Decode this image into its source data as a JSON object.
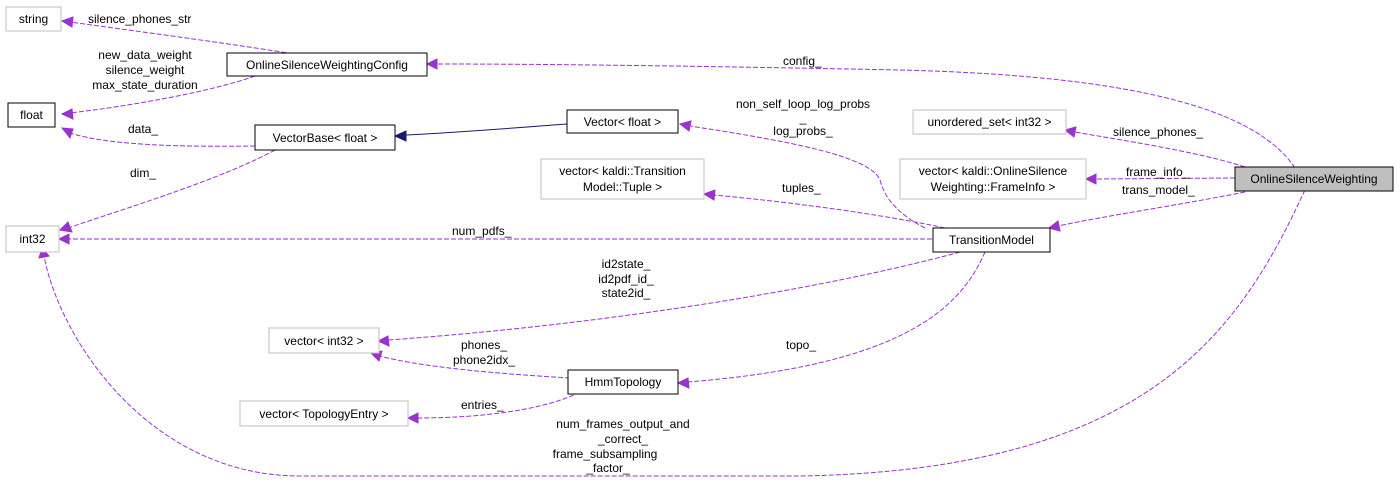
{
  "nodes": {
    "string": "string",
    "config_class": "OnlineSilenceWeightingConfig",
    "float": "float",
    "vector_float": "Vector< float >",
    "vectorbase_float": "VectorBase< float >",
    "unordered_set": "unordered_set< int32 >",
    "vector_tuple_l1": "vector< kaldi::Transition",
    "vector_tuple_l2": "Model::Tuple >",
    "vector_frameinfo_l1": "vector< kaldi::OnlineSilence",
    "vector_frameinfo_l2": "Weighting::FrameInfo >",
    "root": "OnlineSilenceWeighting",
    "int32": "int32",
    "transition_model": "TransitionModel",
    "vector_int32": "vector< int32 >",
    "hmm_topology": "HmmTopology",
    "vector_topology_entry": "vector< TopologyEntry >"
  },
  "edge_labels": {
    "silence_phones_str": "silence_phones_str",
    "float_from_config_l1": "new_data_weight",
    "float_from_config_l2": "silence_weight",
    "float_from_config_l3": "max_state_duration",
    "data": "data_",
    "dim": "dim_",
    "config": "config_",
    "log_probs_l1": "non_self_loop_log_probs",
    "log_probs_l2": "_",
    "log_probs_l3": "log_probs_",
    "silence_phones": "silence_phones_",
    "frame_info": "frame_info_",
    "trans_model": "trans_model_",
    "tuples": "tuples_",
    "num_pdfs": "num_pdfs_",
    "id2state_l1": "id2state_",
    "id2state_l2": "id2pdf_id_",
    "id2state_l3": "state2id_",
    "phones_l1": "phones_",
    "phones_l2": "phone2idx_",
    "topo": "topo_",
    "entries": "entries_",
    "num_frames_l1": "num_frames_output_and",
    "num_frames_l2": "_correct_",
    "num_frames_l3": "frame_subsampling",
    "num_frames_l4": "_factor_"
  }
}
